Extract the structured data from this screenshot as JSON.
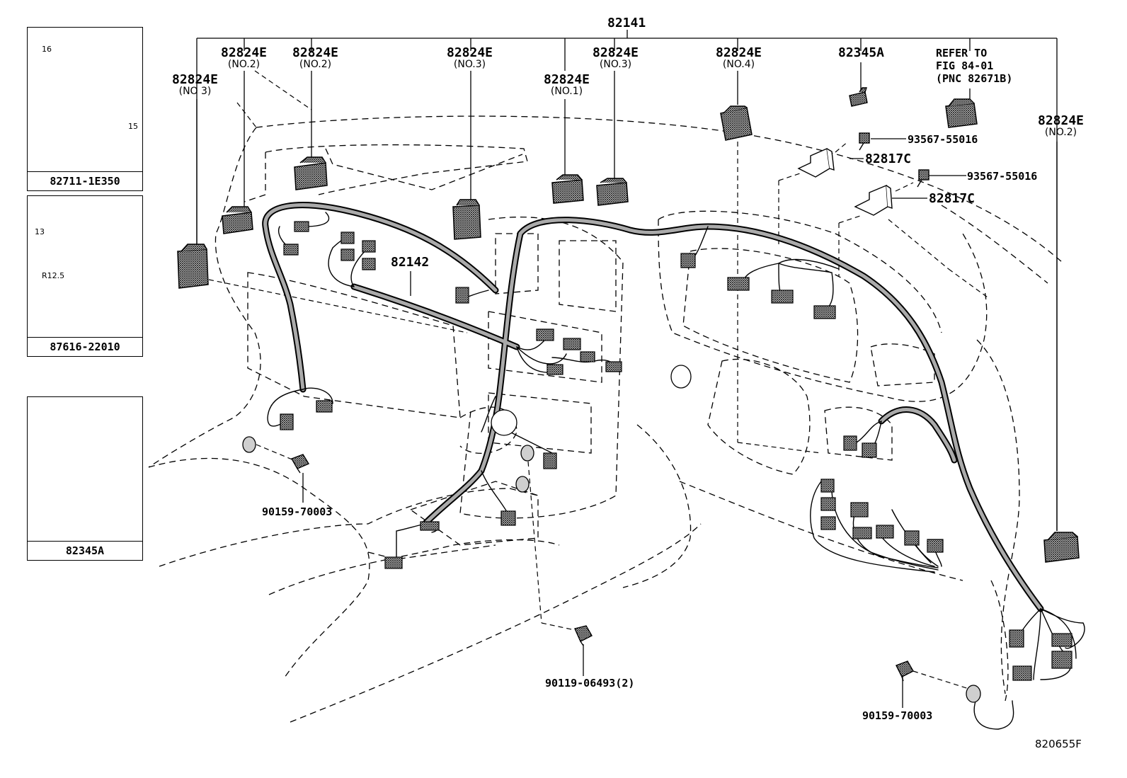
{
  "main_harness": "82141",
  "sub_harness": "82142",
  "brackets": {
    "num": "82824E",
    "no1": "(NO.1)",
    "no2": "(NO.2)",
    "no3": "(NO.3)",
    "no3b": "(NO 3)",
    "no4": "(NO.4)"
  },
  "relay_block": "82345A",
  "bracket_c": "82817C",
  "screw": "93567-55016",
  "bolt": "90159-70003",
  "bolt_qty": "90119-06493(2)",
  "refer": {
    "line1": "REFER TO",
    "line2": "FIG 84-01",
    "line3": "(PNC 82671B)"
  },
  "inset_clamp1": {
    "part": "82711-1E350",
    "dim_top": "16",
    "dim_side": "15"
  },
  "inset_clamp2": {
    "part": "87616-22010",
    "dim_height": "13",
    "dim_radius": "R12.5"
  },
  "inset_relay": {
    "part": "82345A"
  },
  "figure_code": "820655F"
}
